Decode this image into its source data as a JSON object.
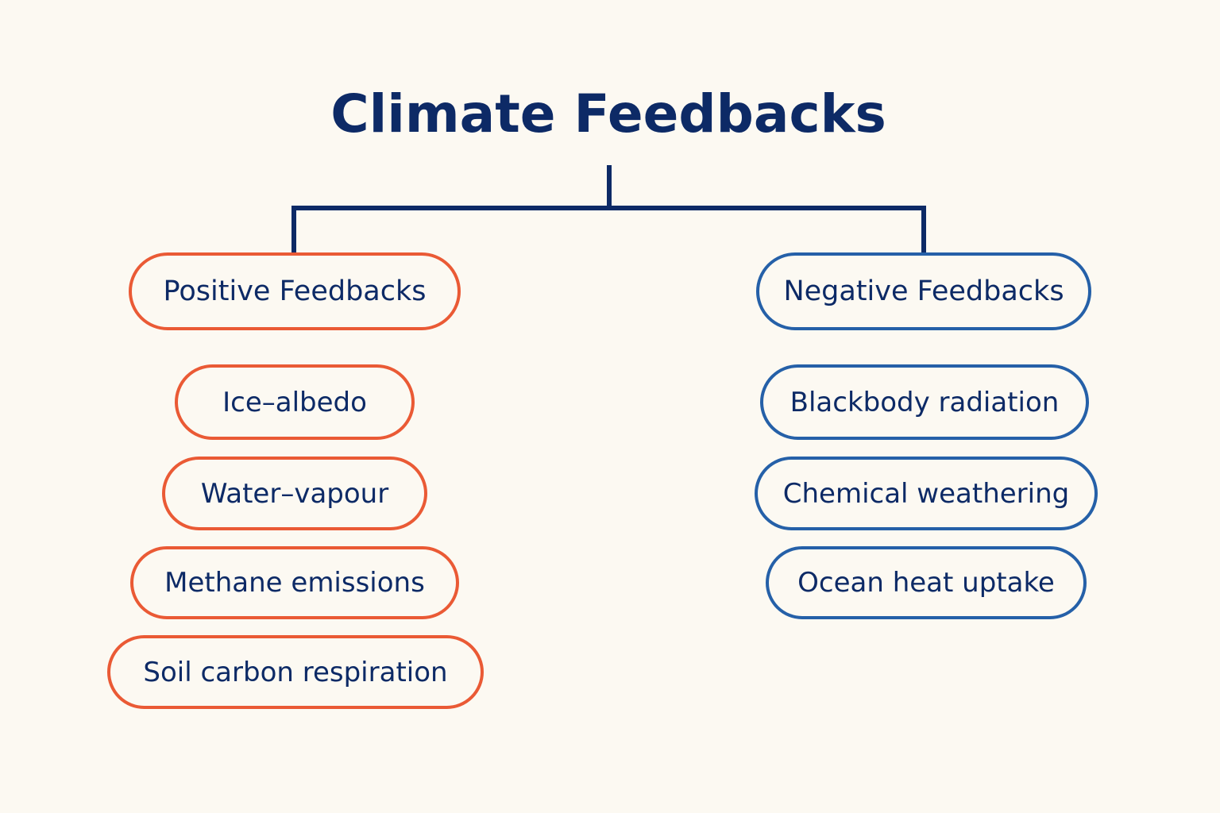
{
  "title": "Climate Feedbacks",
  "colors": {
    "background": "#fcf9f2",
    "text": "#0d2a66",
    "positive_border": "#ea5a35",
    "negative_border": "#2560a8",
    "connector": "#0d2a66"
  },
  "positive": {
    "heading": "Positive Feedbacks",
    "items": [
      "Ice–albedo",
      "Water–vapour",
      "Methane emissions",
      "Soil carbon respiration"
    ]
  },
  "negative": {
    "heading": "Negative Feedbacks",
    "items": [
      "Blackbody radiation",
      "Chemical weathering",
      "Ocean heat uptake"
    ]
  }
}
